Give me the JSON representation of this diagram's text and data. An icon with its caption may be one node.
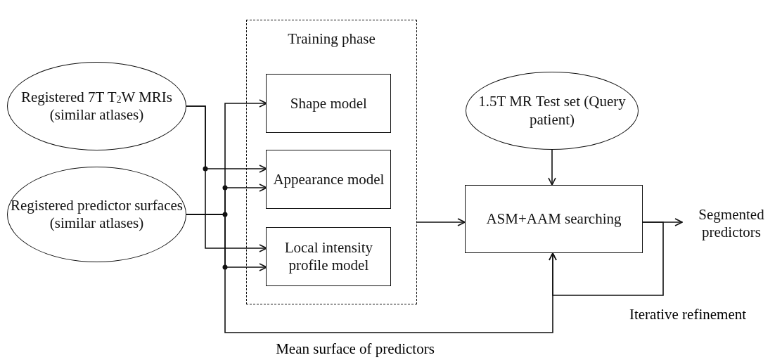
{
  "diagram": {
    "nodes": [
      {
        "text": [
          "Registered 7T T$_{2}$W MRIs (similar atlases)"
        ]
      },
      {
        "text": [
          "Registered predictor surfaces (similar atlases)"
        ]
      },
      {
        "text": [
          "Training phase"
        ]
      },
      {
        "text": [
          "Shape model"
        ],
        "in": 2
      },
      {
        "text": [
          "Appearance model"
        ],
        "in": 2
      },
      {
        "text": [
          "Local intensity profile model"
        ],
        "in": 2
      },
      {
        "text": [
          "1.5T MR Test set (Query patient)"
        ]
      },
      {
        "text": [
          "ASM+AAM searching"
        ]
      },
      {
        "text": [
          "Segmented predictors"
        ]
      }
    ],
    "edges": [
      {
        "from": 0,
        "to": 4,
        "arrow": "to"
      },
      {
        "from": 0,
        "to": 5,
        "arrow": "to"
      },
      {
        "from": 1,
        "to": 3,
        "arrow": "to"
      },
      {
        "from": 1,
        "to": 4,
        "arrow": "to"
      },
      {
        "from": 1,
        "to": 5,
        "arrow": "to"
      },
      {
        "from": 1,
        "to": 7,
        "arrow": "to",
        "label": "Mean surface of predictors"
      },
      {
        "from": 2,
        "to": 7,
        "arrow": "to"
      },
      {
        "from": 6,
        "to": 7,
        "arrow": "to"
      },
      {
        "from": 7,
        "to": 8,
        "arrow": "to"
      },
      {
        "from": 7,
        "to": 7,
        "arrow": "to",
        "label": "Iterative refinement"
      }
    ]
  }
}
